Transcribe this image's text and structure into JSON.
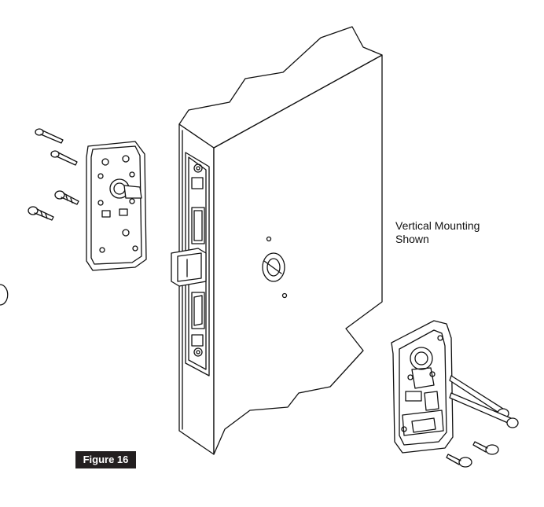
{
  "caption": {
    "line1": "Vertical Mounting",
    "line2": "Shown"
  },
  "figure_label": "Figure 16"
}
